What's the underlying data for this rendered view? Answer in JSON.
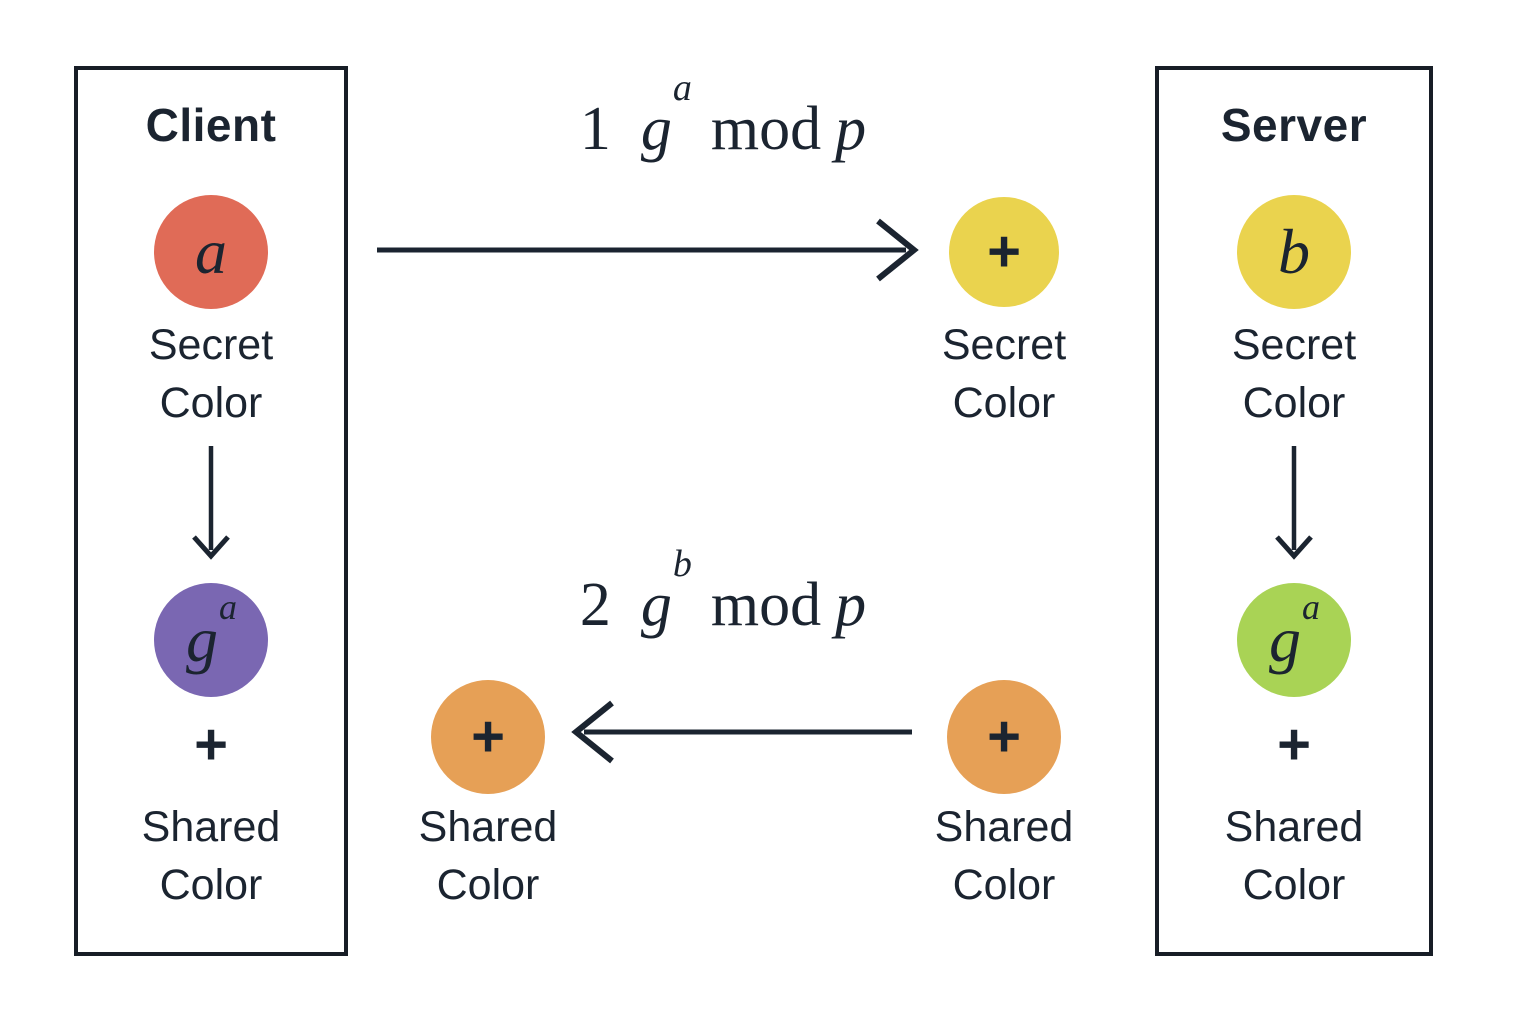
{
  "colors": {
    "ink": "#1b2430",
    "client_secret_circle": "#e06b57",
    "client_mix_circle": "#7a67b2",
    "server_secret_circle": "#ead34e",
    "server_mix_circle": "#a9d355",
    "received_secret_circle": "#ead34e",
    "shared_key_circle": "#e6a056"
  },
  "client": {
    "title": "Client",
    "secret_symbol": "a",
    "secret_label": [
      "Secret",
      "Color"
    ],
    "mix_base": "g",
    "mix_exp": "a",
    "plus": "+",
    "shared_label": [
      "Shared",
      "Color"
    ]
  },
  "server": {
    "title": "Server",
    "secret_symbol": "b",
    "secret_label": [
      "Secret",
      "Color"
    ],
    "mix_base": "g",
    "mix_exp": "a",
    "plus": "+",
    "shared_label": [
      "Shared",
      "Color"
    ]
  },
  "messages": {
    "msg1": {
      "step": "1",
      "base": "g",
      "exp": "a",
      "op": "mod",
      "modulus": "p"
    },
    "msg2": {
      "step": "2",
      "base": "g",
      "exp": "b",
      "op": "mod",
      "modulus": "p"
    }
  },
  "middle": {
    "received_secret": {
      "symbol": "+",
      "label": [
        "Secret",
        "Color"
      ]
    },
    "client_shared": {
      "symbol": "+",
      "label": [
        "Shared",
        "Color"
      ]
    },
    "server_shared": {
      "symbol": "+",
      "label": [
        "Shared",
        "Color"
      ]
    }
  }
}
